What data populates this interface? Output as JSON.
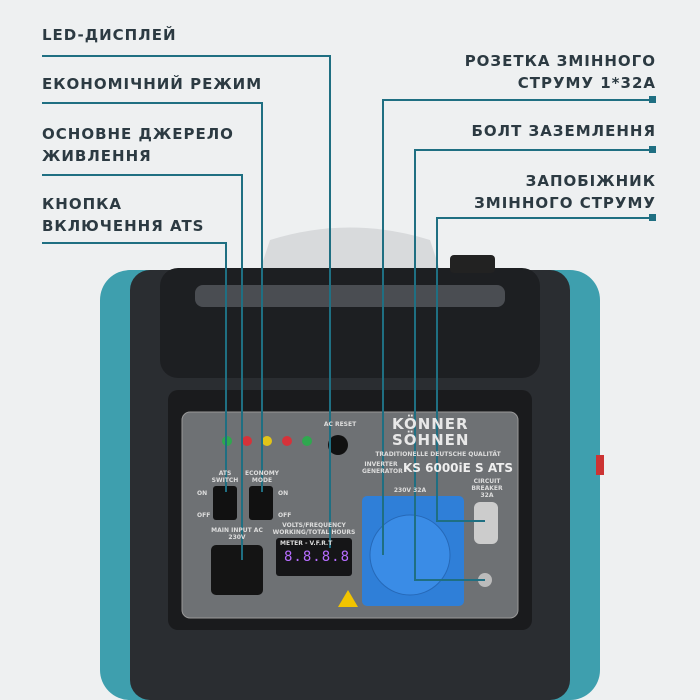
{
  "callouts": {
    "led_display": "LED-ДИСПЛЕЙ",
    "economy_mode": "ЕКОНОМІЧНИЙ РЕЖИМ",
    "main_power_source": [
      "ОСНОВНЕ ДЖЕРЕЛО",
      "ЖИВЛЕННЯ"
    ],
    "ats_button": [
      "КНОПКА",
      "ВКЛЮЧЕННЯ ATS"
    ],
    "ac_socket": [
      "РОЗЕТКА ЗМІННОГО",
      "СТРУМУ 1*32А"
    ],
    "ground_bolt": "БОЛТ ЗАЗЕМЛЕННЯ",
    "ac_fuse": [
      "ЗАПОБІЖНИК",
      "ЗМІННОГО СТРУМУ"
    ]
  },
  "panel": {
    "brand_top": "KÖNNER",
    "brand_bottom": "SÖHNEN",
    "tagline": "TRADITIONELLE DEUTSCHE QUALITÄT",
    "type": "INVERTER GENERATOR",
    "model": "KS 6000iE S ATS",
    "ac_reset": "AC RESET",
    "ats_switch": "ATS SWITCH",
    "economy": "ECONOMY MODE",
    "on": "ON",
    "off": "OFF",
    "main_input": "MAIN INPUT AC 230V",
    "meter_caption": "VOLTS/FREQUENCY WORKING/TOTAL HOURS",
    "meter_label": "METER - V.F.R.T",
    "display_value": "8.8.8.8",
    "socket_rating": "230V 32A",
    "breaker": "CIRCUIT BREAKER 32A"
  },
  "colors": {
    "line": "#1f6f82",
    "accent": "#3aa7b8",
    "socket": "#2f7fd8"
  }
}
